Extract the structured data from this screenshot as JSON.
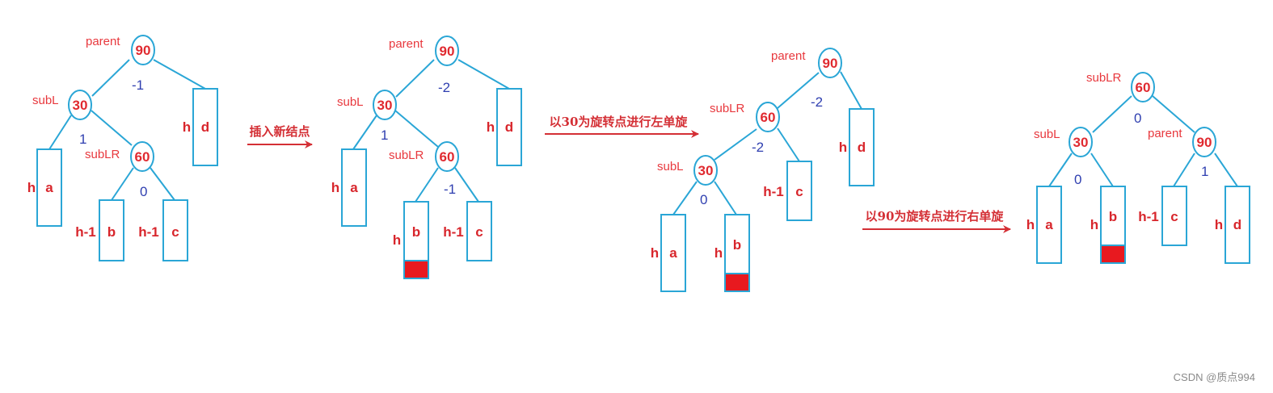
{
  "colors": {
    "tree_line": "#2aa6d6",
    "label_red": "#e02a30",
    "balance_blue": "#2f3fb0",
    "new_node_fill": "#e8191f"
  },
  "steps": [
    {
      "arrow_label": "插入新结点"
    },
    {
      "arrow_label": "以30为旋转点进行左单旋"
    },
    {
      "arrow_label": "以90为旋转点进行右单旋"
    }
  ],
  "stages": [
    {
      "nodes": [
        {
          "name": "node-90",
          "value": "90",
          "label": "parent",
          "balance": "-1"
        },
        {
          "name": "node-30",
          "value": "30",
          "label": "subL",
          "balance": "1"
        },
        {
          "name": "node-60",
          "value": "60",
          "label": "subLR",
          "balance": "0"
        }
      ],
      "subtrees": [
        {
          "name": "subtree-a",
          "height": "h",
          "label": "a"
        },
        {
          "name": "subtree-b",
          "height": "h-1",
          "label": "b"
        },
        {
          "name": "subtree-c",
          "height": "h-1",
          "label": "c"
        },
        {
          "name": "subtree-d",
          "height": "h",
          "label": "d"
        }
      ]
    },
    {
      "nodes": [
        {
          "name": "node-90",
          "value": "90",
          "label": "parent",
          "balance": "-2"
        },
        {
          "name": "node-30",
          "value": "30",
          "label": "subL",
          "balance": "1"
        },
        {
          "name": "node-60",
          "value": "60",
          "label": "subLR",
          "balance": "-1"
        }
      ],
      "subtrees": [
        {
          "name": "subtree-a",
          "height": "h",
          "label": "a"
        },
        {
          "name": "subtree-b",
          "height": "h",
          "label": "b"
        },
        {
          "name": "subtree-c",
          "height": "h-1",
          "label": "c"
        },
        {
          "name": "subtree-d",
          "height": "h",
          "label": "d"
        }
      ]
    },
    {
      "nodes": [
        {
          "name": "node-90",
          "value": "90",
          "label": "parent",
          "balance": "-2"
        },
        {
          "name": "node-60",
          "value": "60",
          "label": "subLR",
          "balance": "-2"
        },
        {
          "name": "node-30",
          "value": "30",
          "label": "subL",
          "balance": "0"
        }
      ],
      "subtrees": [
        {
          "name": "subtree-a",
          "height": "h",
          "label": "a"
        },
        {
          "name": "subtree-b",
          "height": "h",
          "label": "b"
        },
        {
          "name": "subtree-c",
          "height": "h-1",
          "label": "c"
        },
        {
          "name": "subtree-d",
          "height": "h",
          "label": "d"
        }
      ]
    },
    {
      "nodes": [
        {
          "name": "node-60",
          "value": "60",
          "label": "subLR",
          "balance": "0"
        },
        {
          "name": "node-30",
          "value": "30",
          "label": "subL",
          "balance": "0"
        },
        {
          "name": "node-90",
          "value": "90",
          "label": "parent",
          "balance": "1"
        }
      ],
      "subtrees": [
        {
          "name": "subtree-a",
          "height": "h",
          "label": "a"
        },
        {
          "name": "subtree-b",
          "height": "h",
          "label": "b"
        },
        {
          "name": "subtree-c",
          "height": "h-1",
          "label": "c"
        },
        {
          "name": "subtree-d",
          "height": "h",
          "label": "d"
        }
      ]
    }
  ],
  "watermark": "CSDN @质点994"
}
